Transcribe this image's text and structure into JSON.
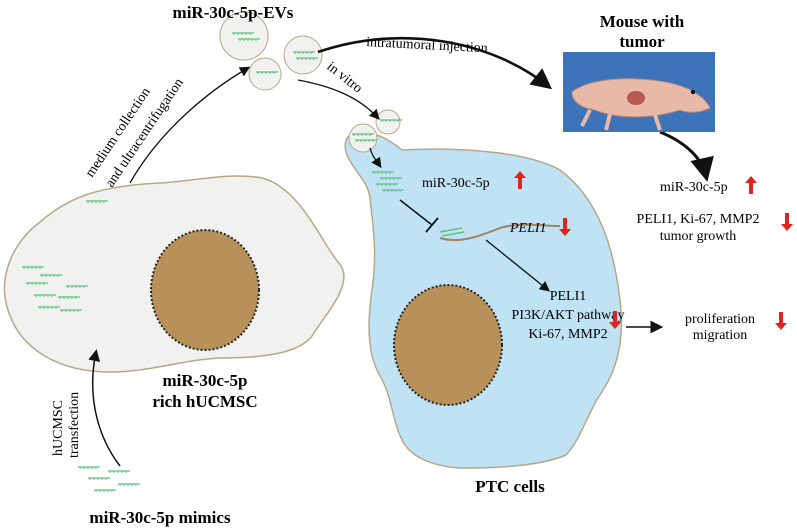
{
  "labels": {
    "evs_title": "miR-30c-5p-EVs",
    "mouse_title_1": "Mouse with",
    "mouse_title_2": "tumor",
    "intratumoral": "intratumoral injection",
    "in_vitro": "in vitro",
    "medium_1": "medium collection",
    "medium_2": "and ultracentrifugation",
    "mir_up_cell": "miR-30c-5p",
    "peli1_italic": "PELI1",
    "pathway_1": "PELI1",
    "pathway_2": "PI3K/AKT pathway",
    "pathway_3": "Ki-67, MMP2",
    "prolif_1": "proliferation",
    "prolif_2": "migration",
    "mouse_mir": "miR-30c-5p",
    "mouse_effect_1": "PELI1, Ki-67, MMP2",
    "mouse_effect_2": "tumor growth",
    "rich_1": "miR-30c-5p",
    "rich_2": "rich hUCMSC",
    "transfection_1": "hUCMSC",
    "transfection_2": "transfection",
    "ptc_cells": "PTC cells",
    "mimics": "miR-30c-5p mimics"
  },
  "colors": {
    "hucmsc_fill": "#f1f2ef",
    "ptc_fill": "#bfe2f5",
    "membrane": "#b6a887",
    "nucleus": "#b8905a",
    "mirna": "#5cc27f",
    "arrow_red": "#e0231c",
    "mouse_bg": "#3d73b8",
    "mouse_skin": "#e7b9a6"
  }
}
